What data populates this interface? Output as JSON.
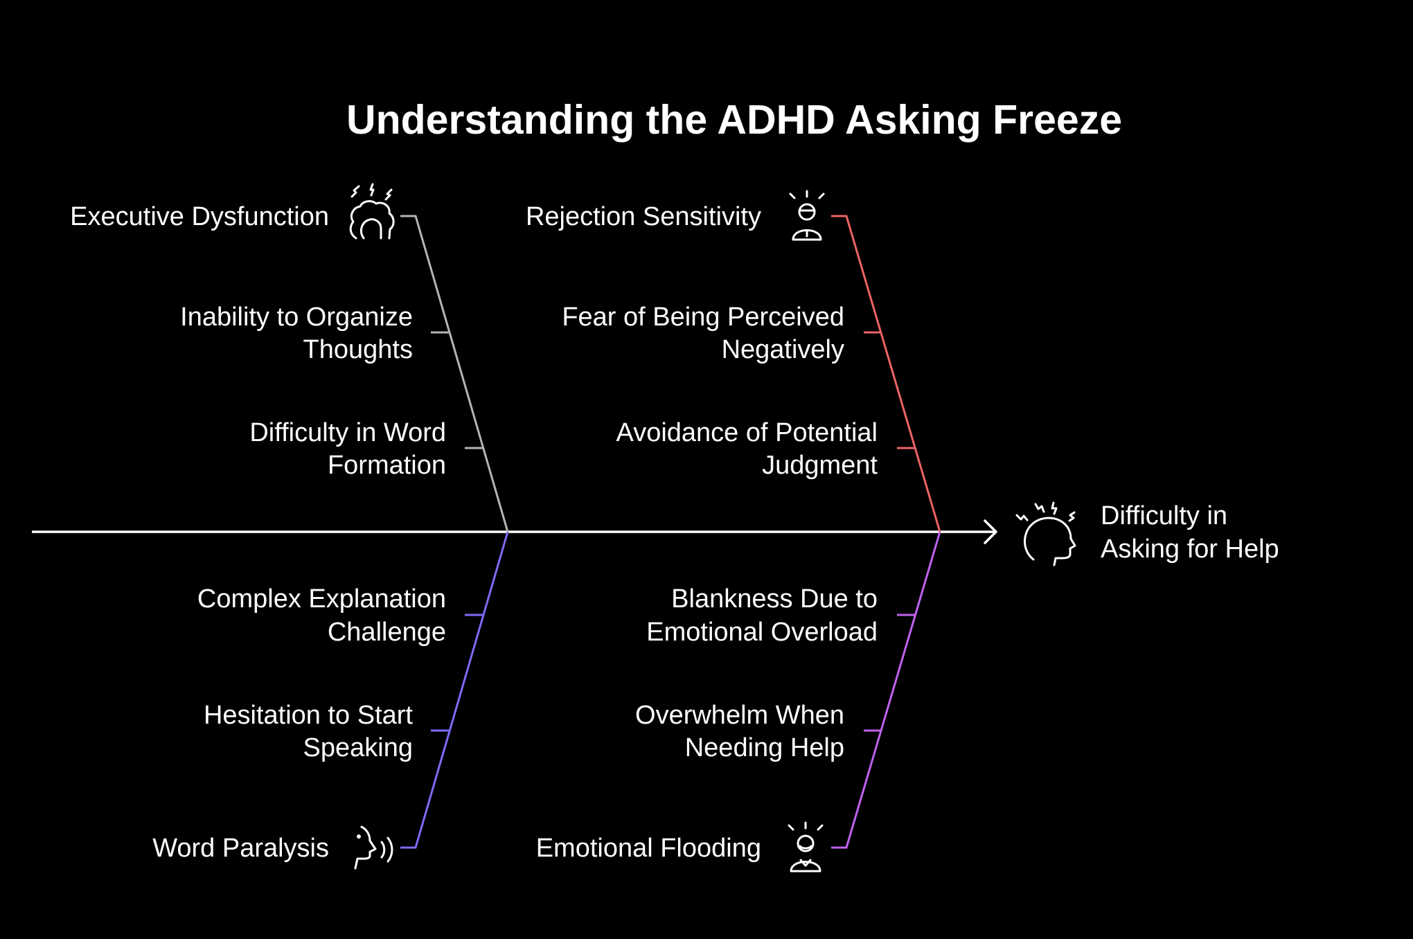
{
  "title": "Understanding the ADHD Asking Freeze",
  "effect": {
    "lines": [
      "Difficulty in",
      "Asking for Help"
    ],
    "icon": "stressed-head-icon"
  },
  "colors": {
    "background": "#000000",
    "spine": "#ffffff",
    "executive": "#b5b5b5",
    "rejection": "#ee6464",
    "word": "#7b6cf6",
    "emotional": "#bf62ee"
  },
  "branches": {
    "executive": {
      "head": "Executive Dysfunction",
      "icon": "frustrated-head-icon",
      "causes": [
        [
          "Inability to Organize",
          "Thoughts"
        ],
        [
          "Difficulty in Word",
          "Formation"
        ]
      ]
    },
    "rejection": {
      "head": "Rejection Sensitivity",
      "icon": "anxious-person-icon",
      "causes": [
        [
          "Fear of Being Perceived",
          "Negatively"
        ],
        [
          "Avoidance of Potential",
          "Judgment"
        ]
      ]
    },
    "word": {
      "head": "Word Paralysis",
      "icon": "speaking-head-icon",
      "causes": [
        [
          "Complex Explanation",
          "Challenge"
        ],
        [
          "Hesitation to Start",
          "Speaking"
        ]
      ]
    },
    "emotional": {
      "head": "Emotional Flooding",
      "icon": "overwhelmed-person-icon",
      "causes": [
        [
          "Blankness Due to",
          "Emotional Overload"
        ],
        [
          "Overwhelm When",
          "Needing Help"
        ]
      ]
    }
  }
}
